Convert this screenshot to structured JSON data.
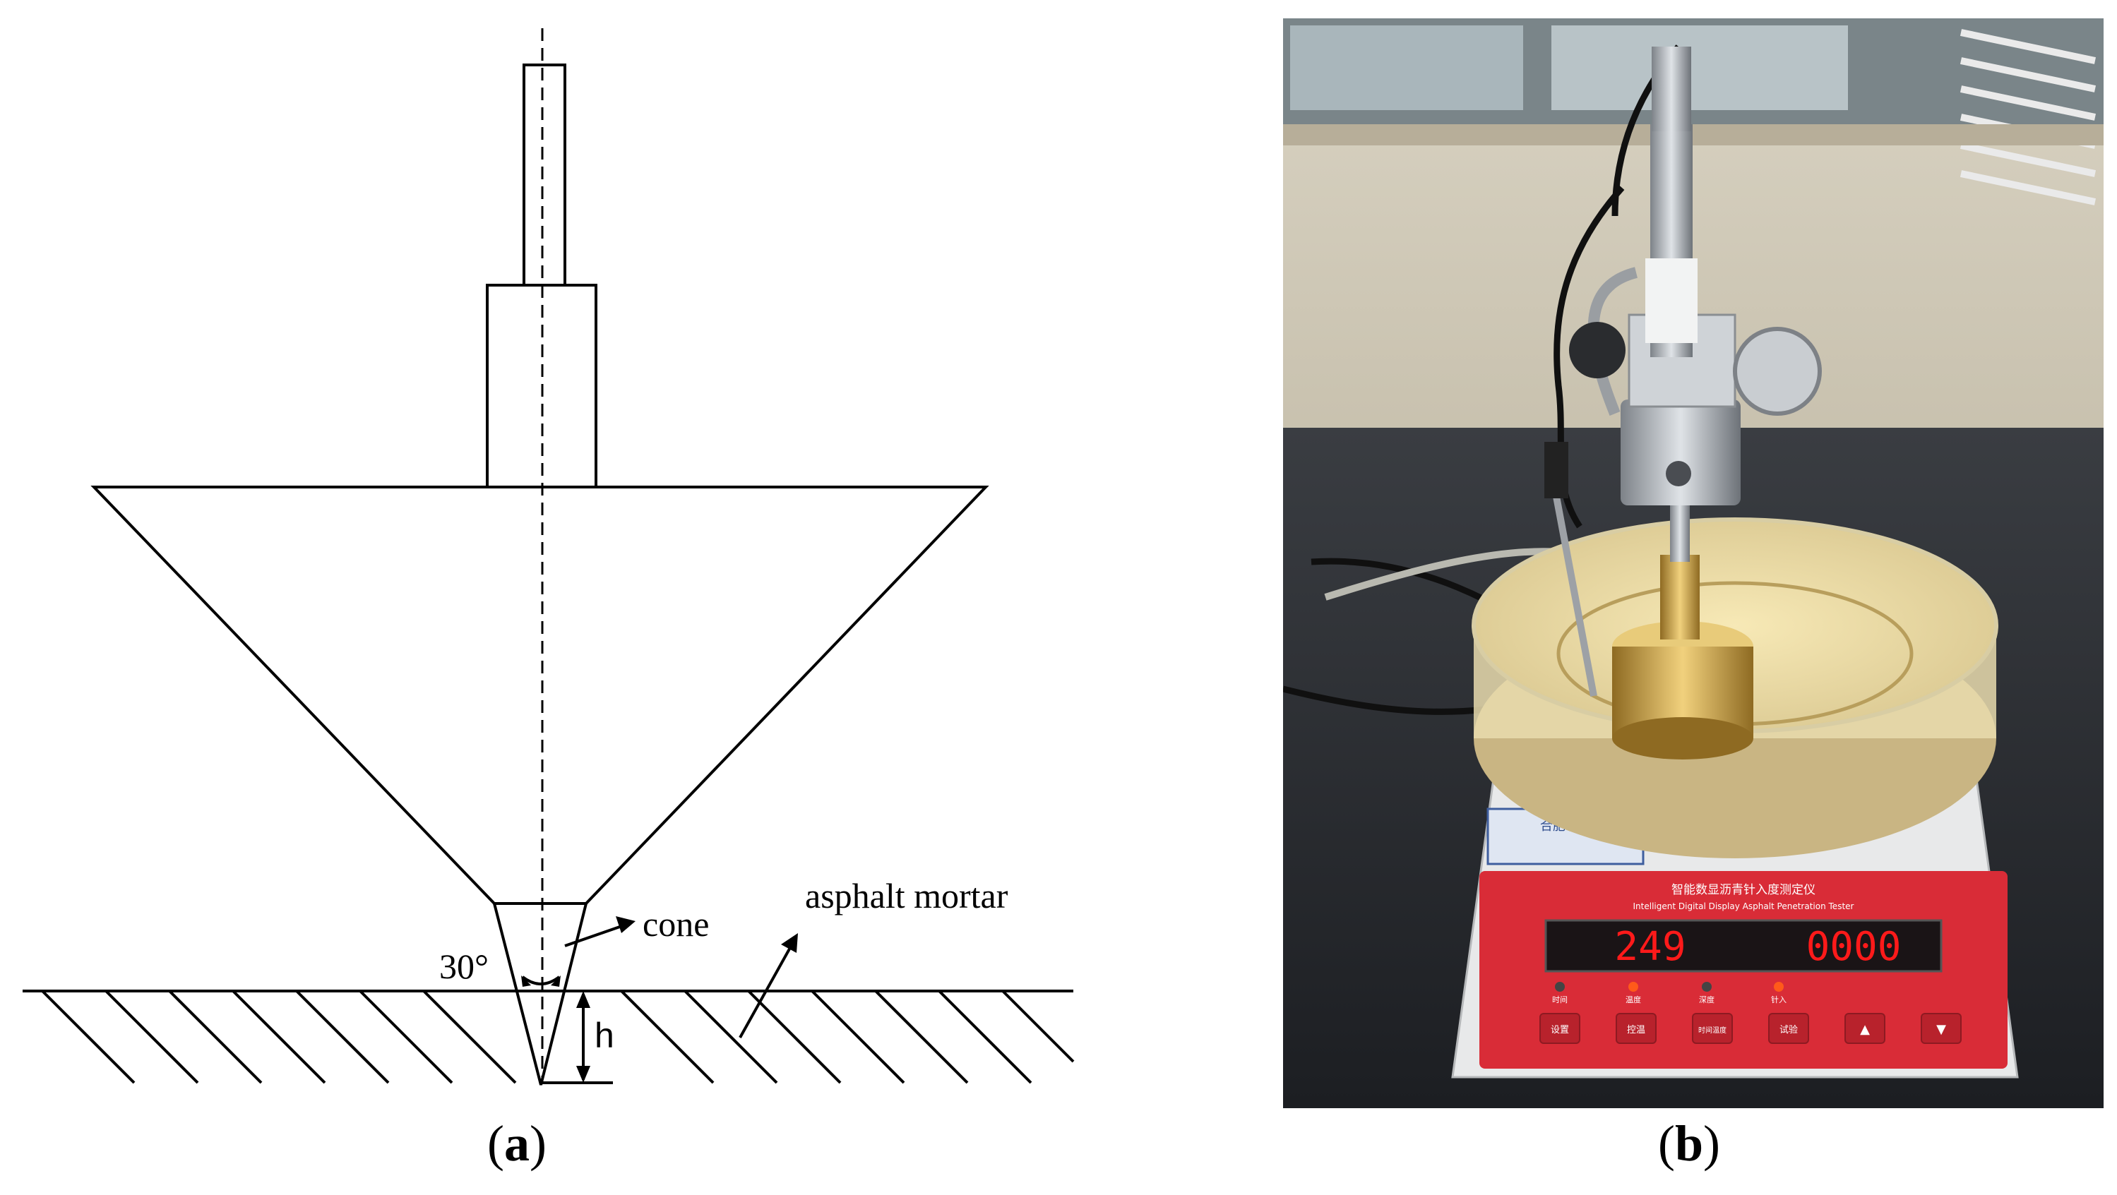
{
  "panel_a": {
    "caption_letter": "a",
    "labels": {
      "cone": "cone",
      "asphalt_mortar": "asphalt mortar",
      "angle": "30°",
      "depth": "h"
    }
  },
  "panel_b": {
    "caption_letter": "b",
    "display_left": "249",
    "display_right": "0000",
    "device_title_cn": "智能数显沥青针入度测定仪",
    "device_title_en": "Intelligent Digital Display Asphalt Penetration Tester",
    "institution": "合肥学院",
    "indicator_labels": [
      "时间",
      "温度",
      "深度",
      "针入"
    ],
    "buttons": [
      "设置",
      "控温",
      "时间温度",
      "试验",
      "▲",
      "▼"
    ]
  },
  "colors": {
    "line": "#000000",
    "display_digits": "#ff1a1a",
    "panel_red": "#d92c37",
    "brass": "#c9a24a"
  }
}
